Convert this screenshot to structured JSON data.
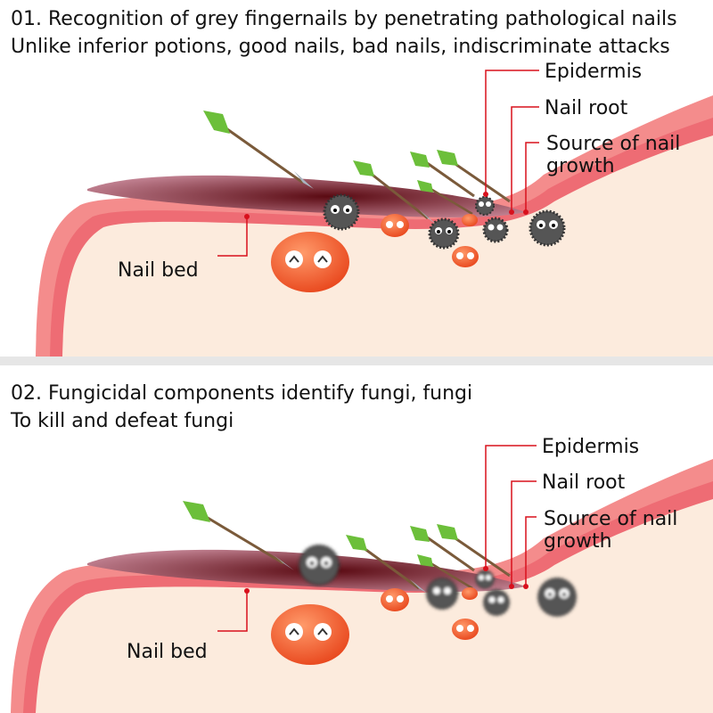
{
  "panels": [
    {
      "heading_line1": "01. Recognition of grey fingernails by penetrating pathological nails",
      "heading_line2": "Unlike inferior potions, good nails, bad nails, indiscriminate attacks",
      "labels": {
        "epidermis": "Epidermis",
        "nail_root": "Nail root",
        "source_line1": "Source of nail",
        "source_line2": "growth",
        "nail_bed": "Nail bed"
      }
    },
    {
      "heading_line1": "02. Fungicidal components identify fungi, fungi",
      "heading_line2": "To kill and defeat fungi",
      "labels": {
        "epidermis": "Epidermis",
        "nail_root": "Nail root",
        "source_line1": "Source of nail",
        "source_line2": "growth",
        "nail_bed": "Nail bed"
      }
    }
  ],
  "colors": {
    "skin": "#fcebdd",
    "skin_edge_light": "#f48c8c",
    "skin_edge_dark": "#ea5a64",
    "nail": "#7a1a22",
    "leader_line": "#d8101c",
    "arrow_fletching": "#6cbf3a",
    "arrow_head": "#a9b4c0",
    "fungus": "#555555",
    "healthy_cell": "#f05a28"
  },
  "icons": [
    "arrow-icon",
    "fungus-icon",
    "healthy-cell-icon"
  ]
}
